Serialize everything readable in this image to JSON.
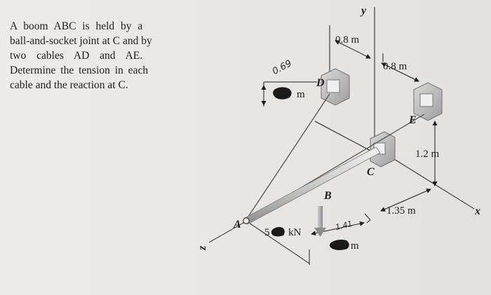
{
  "problem": {
    "lines": [
      "A boom ABC is held by a",
      "ball-and-socket joint at C and by",
      "two cables AD and AE.",
      "Determine the tension in each",
      "cable and the reaction at C."
    ]
  },
  "figure": {
    "axis_labels": {
      "x": "x",
      "y": "y",
      "z": "z"
    },
    "points": {
      "A": "A",
      "B": "B",
      "C": "C",
      "D": "D",
      "E": "E"
    },
    "dimensions": {
      "top_left": "0.8 m",
      "top_right": "0.8 m",
      "height": "1.2 m",
      "horizontal": "1.35 m",
      "left_unit": "m",
      "bottom_unit": "m"
    },
    "load": {
      "prefix": "5",
      "suffix": "kN"
    },
    "handwritten": {
      "left": "0.69",
      "bottom": "1.41"
    },
    "colors": {
      "ink": "#1d1d1d",
      "boom": "#bdbdbd",
      "bracket": "#b9b9b9",
      "load_arrow": "#9a9a9a",
      "cable": "#4a4a4a"
    }
  }
}
